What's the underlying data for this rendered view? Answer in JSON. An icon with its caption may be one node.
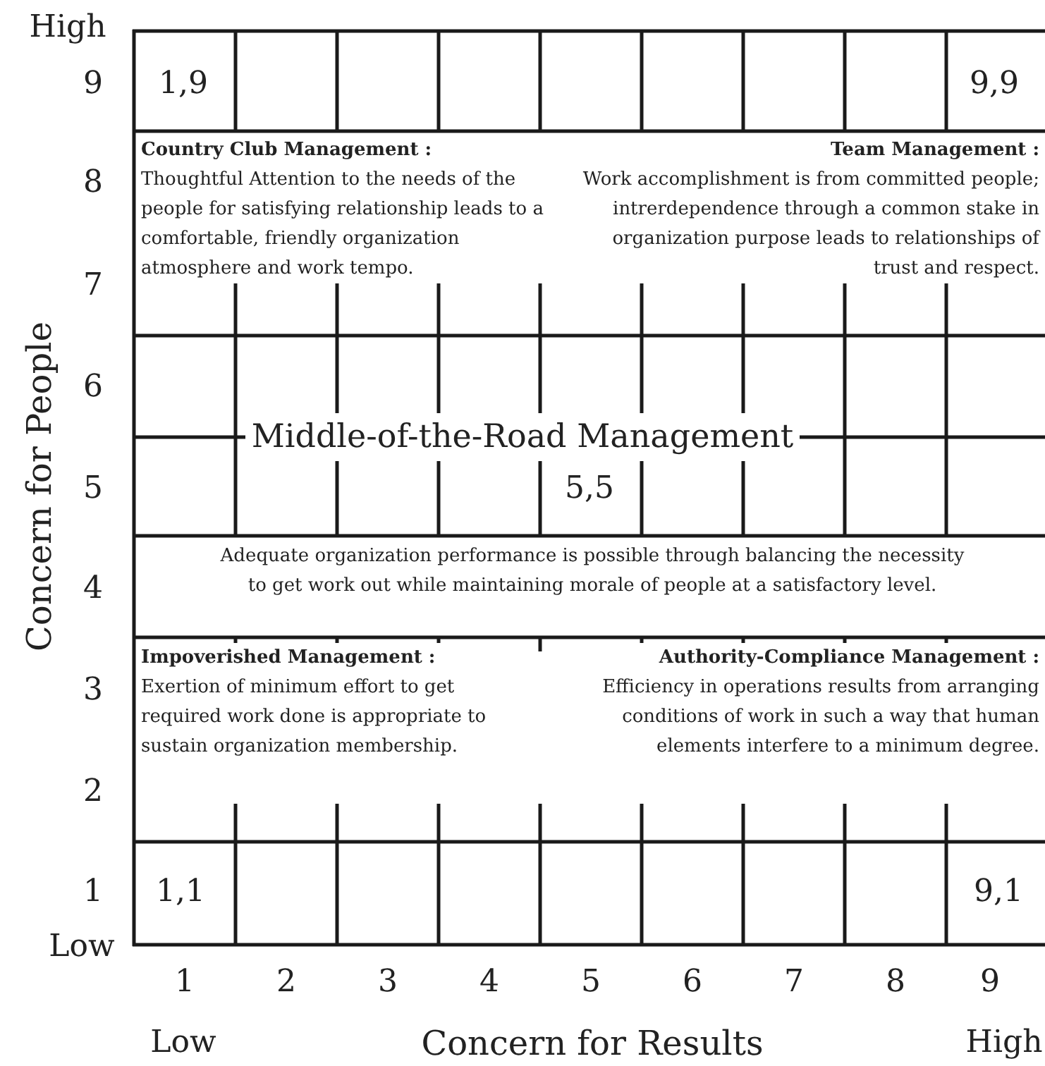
{
  "diagram": {
    "nodes": [
      {
        "text": [
          "Country Club Management :",
          "Thoughtful Attention to the needs of the people for satisfying relationship leads to a comfortable, friendly organization atmosphere and work tempo."
        ]
      },
      {
        "text": [
          "Team Management :",
          "Work accomplishment is from committed people; intrerdependence through a common stake in organization purpose leads to relationships of trust and respect."
        ]
      },
      {
        "text": [
          "Middle-of-the-Road Management"
        ]
      },
      {
        "text": [
          "Adequate organization performance is possible through balancing the necessity to get work out while maintaining morale of people at a satisfactory level."
        ]
      },
      {
        "text": [
          "Impoverished Management :",
          "Exertion of minimum effort to get required work done is appropriate to sustain organization membership."
        ]
      },
      {
        "text": [
          "Authority-Compliance Management :",
          "Efficiency in operations results from arranging conditions of work in such a way that human elements interfere to a minimum degree."
        ]
      }
    ],
    "labels": [
      "High",
      "9",
      "1,9",
      "9,9",
      "8",
      "7",
      "6",
      "5",
      "5,5",
      "4",
      "3",
      "2",
      "1",
      "1,1",
      "9,1",
      "Low",
      "1",
      "2",
      "3",
      "4",
      "5",
      "6",
      "7",
      "8",
      "9",
      "Low",
      "Concern for Results",
      "High",
      "Concern for People"
    ]
  }
}
